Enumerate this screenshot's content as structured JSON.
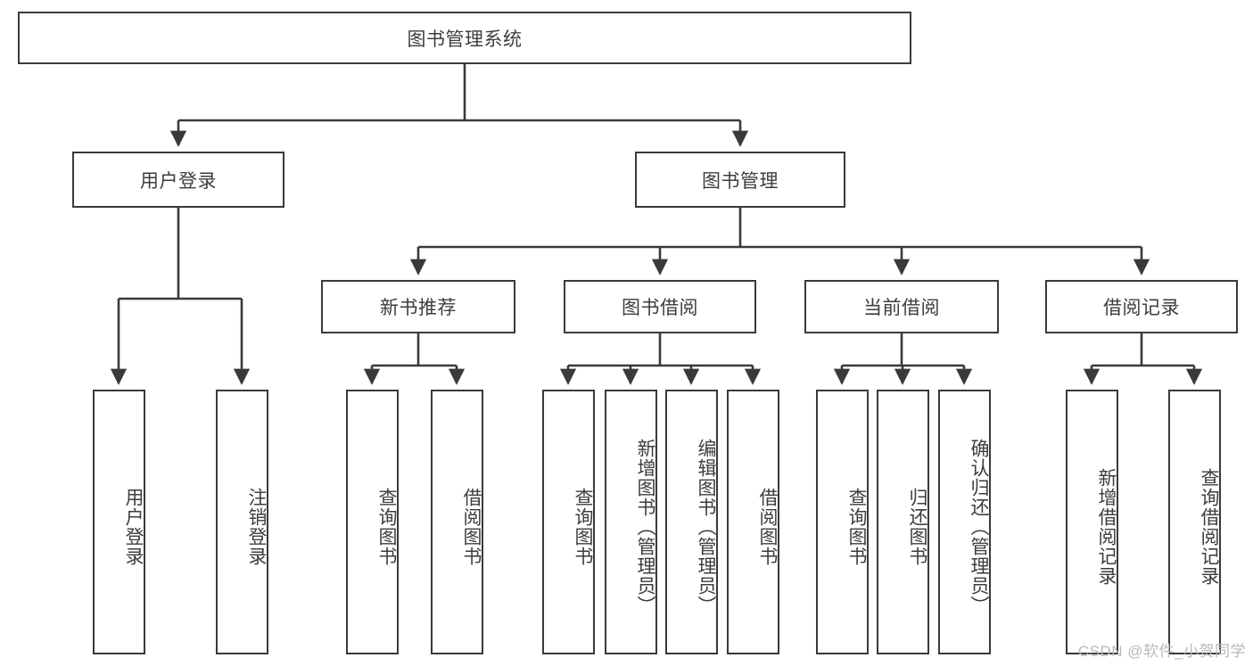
{
  "diagram": {
    "type": "tree",
    "title": "图书管理系统",
    "root": {
      "id": "root",
      "label": "图书管理系统",
      "orientation": "horizontal"
    },
    "level1": [
      {
        "id": "user-login",
        "label": "用户登录",
        "orientation": "horizontal"
      },
      {
        "id": "book-management",
        "label": "图书管理",
        "orientation": "horizontal"
      }
    ],
    "level2": [
      {
        "id": "new-book-recommend",
        "label": "新书推荐",
        "orientation": "horizontal",
        "parent": "book-management"
      },
      {
        "id": "book-borrow",
        "label": "图书借阅",
        "orientation": "horizontal",
        "parent": "book-management"
      },
      {
        "id": "current-borrow",
        "label": "当前借阅",
        "orientation": "horizontal",
        "parent": "book-management"
      },
      {
        "id": "borrow-record",
        "label": "借阅记录",
        "orientation": "horizontal",
        "parent": "book-management"
      }
    ],
    "leaves": [
      {
        "id": "leaf-user-login",
        "label": "用户登录",
        "orientation": "vertical",
        "parent": "user-login"
      },
      {
        "id": "leaf-logout-login",
        "label": "注销登录",
        "orientation": "vertical",
        "parent": "user-login"
      },
      {
        "id": "leaf-query-book-1",
        "label": "查询图书",
        "orientation": "vertical",
        "parent": "new-book-recommend"
      },
      {
        "id": "leaf-borrow-book-1",
        "label": "借阅图书",
        "orientation": "vertical",
        "parent": "new-book-recommend"
      },
      {
        "id": "leaf-query-book-2",
        "label": "查询图书",
        "orientation": "vertical",
        "parent": "book-borrow"
      },
      {
        "id": "leaf-add-book",
        "label": "新增图书（管理员）",
        "orientation": "vertical",
        "parent": "book-borrow"
      },
      {
        "id": "leaf-edit-book",
        "label": "编辑图书（管理员）",
        "orientation": "vertical",
        "parent": "book-borrow"
      },
      {
        "id": "leaf-borrow-book-2",
        "label": "借阅图书",
        "orientation": "vertical",
        "parent": "book-borrow"
      },
      {
        "id": "leaf-query-book-3",
        "label": "查询图书",
        "orientation": "vertical",
        "parent": "current-borrow"
      },
      {
        "id": "leaf-return-book",
        "label": "归还图书",
        "orientation": "vertical",
        "parent": "current-borrow"
      },
      {
        "id": "leaf-confirm-return",
        "label": "确认归还（管理员）",
        "orientation": "vertical",
        "parent": "current-borrow"
      },
      {
        "id": "leaf-add-record",
        "label": "新增借阅记录",
        "orientation": "vertical",
        "parent": "borrow-record"
      },
      {
        "id": "leaf-query-record",
        "label": "查询借阅记录",
        "orientation": "vertical",
        "parent": "borrow-record"
      }
    ],
    "colors": {
      "stroke": "#3a3a3a",
      "text": "#3d3d3d",
      "background": "#ffffff",
      "watermark": "#b9b9b9"
    }
  },
  "watermark": {
    "text": "CSDN @软件_小贺同学"
  }
}
